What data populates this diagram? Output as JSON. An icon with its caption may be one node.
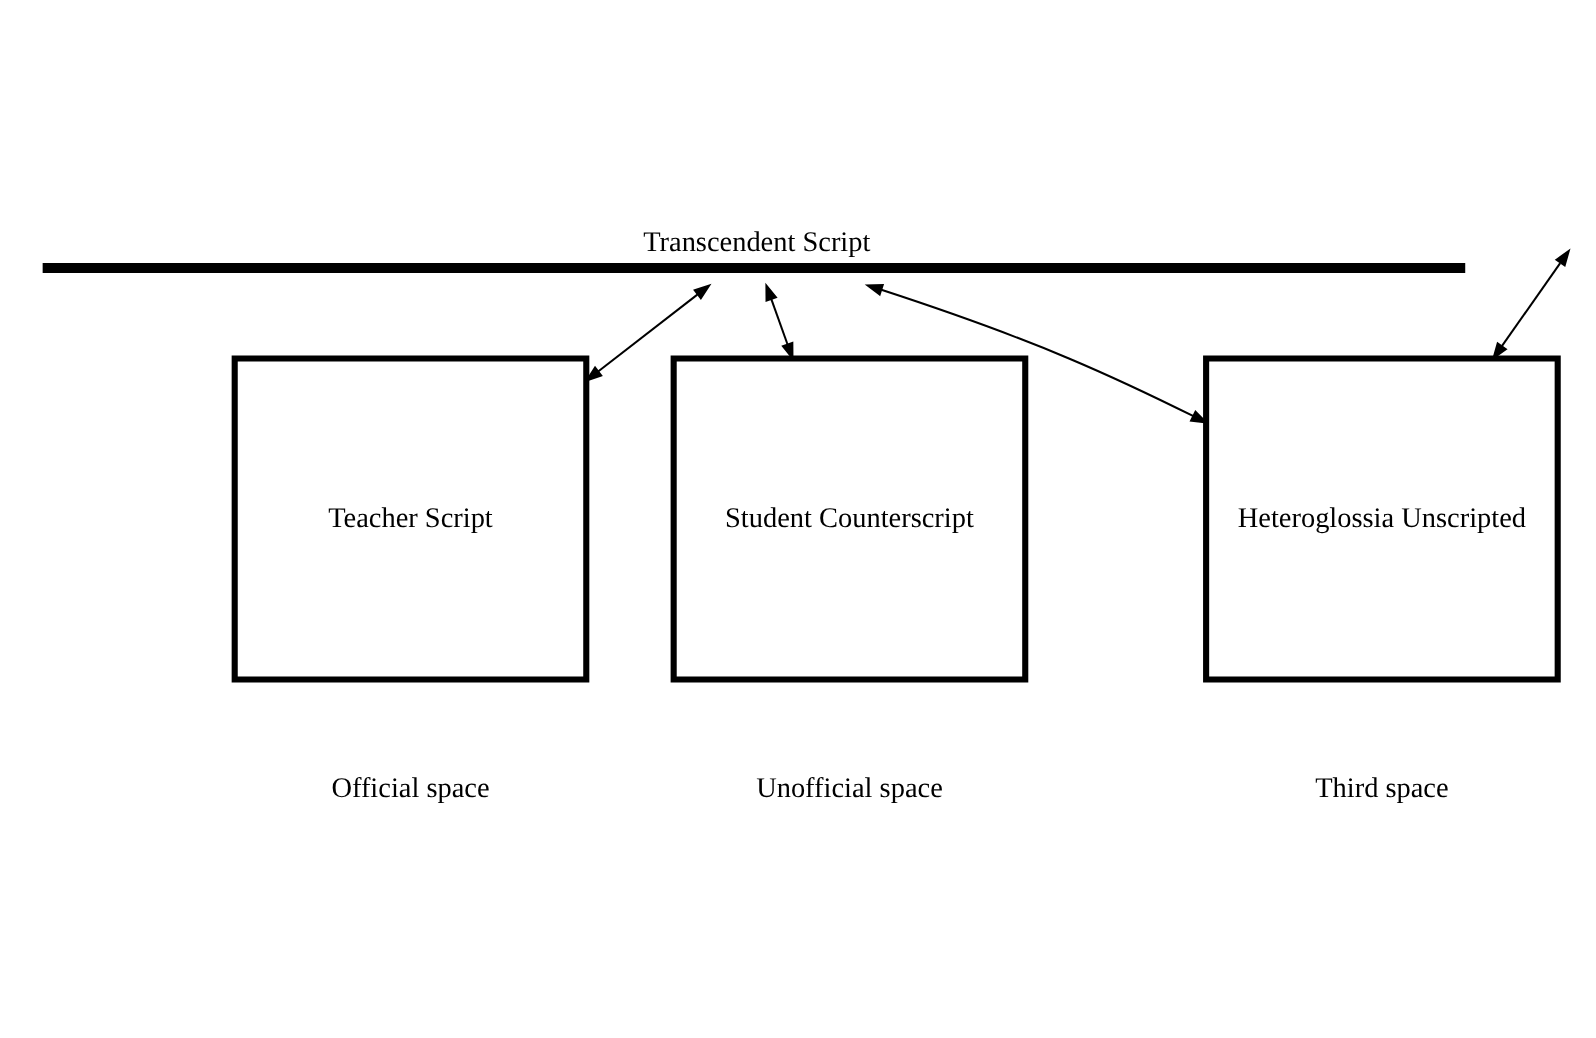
{
  "diagram": {
    "nodes": [
      {
        "text": [
          "Transcendent Script"
        ]
      },
      {
        "text": [
          "Teacher Script"
        ],
        "beside": [
          "Official space"
        ]
      },
      {
        "text": [
          "Heteroglossia Unscripted"
        ],
        "beside": [
          "Third space"
        ]
      },
      {
        "text": [
          "Student Counterscript"
        ],
        "beside": [
          "Unofficial space"
        ]
      }
    ],
    "edges": [
      {
        "from": 0,
        "to": 1,
        "arrow": "both"
      },
      {
        "from": null,
        "to": 2,
        "arrow": "both"
      },
      {
        "from": 0,
        "to": 2,
        "arrow": "both"
      },
      {
        "from": 0,
        "to": 3,
        "arrow": "both"
      }
    ]
  }
}
